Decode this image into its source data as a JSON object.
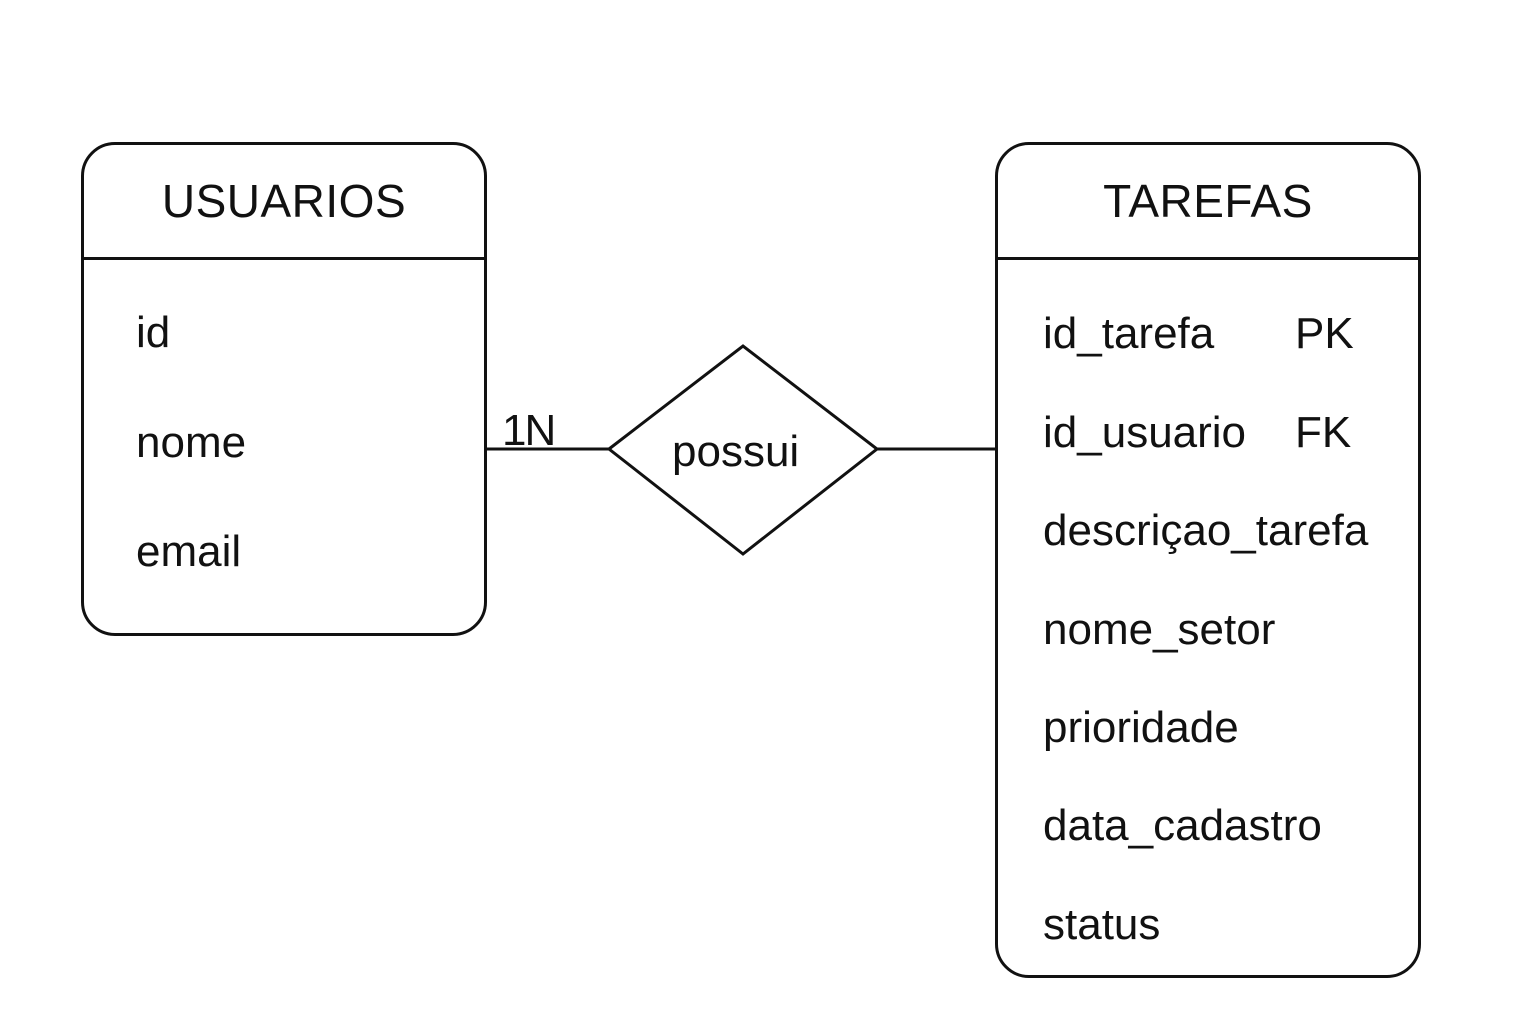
{
  "entities": {
    "usuarios": {
      "title": "USUARIOS",
      "attributes": [
        "id",
        "nome",
        "email"
      ]
    },
    "tarefas": {
      "title": "TAREFAS",
      "attributes": [
        "id_tarefa",
        "id_usuario",
        "descriçao_tarefa",
        "nome_setor",
        "prioridade",
        "data_cadastro",
        "status"
      ],
      "keys": {
        "id_tarefa": "PK",
        "id_usuario": "FK"
      }
    }
  },
  "relationship": {
    "label": "possui",
    "cardinality": "1N"
  }
}
